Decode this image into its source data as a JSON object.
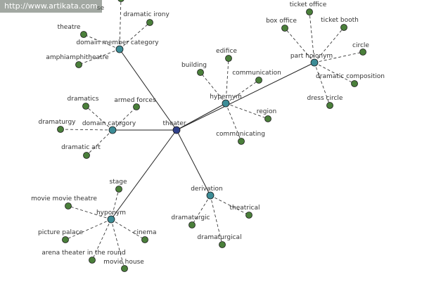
{
  "banner": {
    "url": "http://www.artikata.com"
  },
  "colors": {
    "center_node": "#2e3f8a",
    "hub_node": "#3c8c96",
    "leaf_node": "#4a7f3a",
    "edge": "#222222",
    "text": "#333333"
  },
  "graph": {
    "center": {
      "id": "theater",
      "label": "theater"
    },
    "hubs": [
      {
        "id": "domain-member-category",
        "label": "domain member category",
        "leaves": [
          "se",
          "dramatic irony",
          "theatre",
          "amphiamphitheatre"
        ]
      },
      {
        "id": "domain-category",
        "label": "domain category",
        "leaves": [
          "dramatics",
          "armed forces",
          "dramaturgy",
          "dramatic art"
        ]
      },
      {
        "id": "hypernym",
        "label": "hypernym",
        "leaves": [
          "edifice",
          "building",
          "communication",
          "region",
          "communicating"
        ]
      },
      {
        "id": "part-holonym",
        "label": "part holonym",
        "leaves": [
          "ticket office",
          "box office",
          "ticket booth",
          "circle",
          "dramatic composition",
          "dress circle"
        ]
      },
      {
        "id": "hyponym",
        "label": "hyponym",
        "leaves": [
          "stage",
          "movie movie theatre",
          "picture palace",
          "cinema",
          "arena theater in the round",
          "movie house"
        ]
      },
      {
        "id": "derivation",
        "label": "derivation",
        "leaves": [
          "theatrical",
          "dramaturgic",
          "dramaturgical"
        ]
      }
    ]
  }
}
